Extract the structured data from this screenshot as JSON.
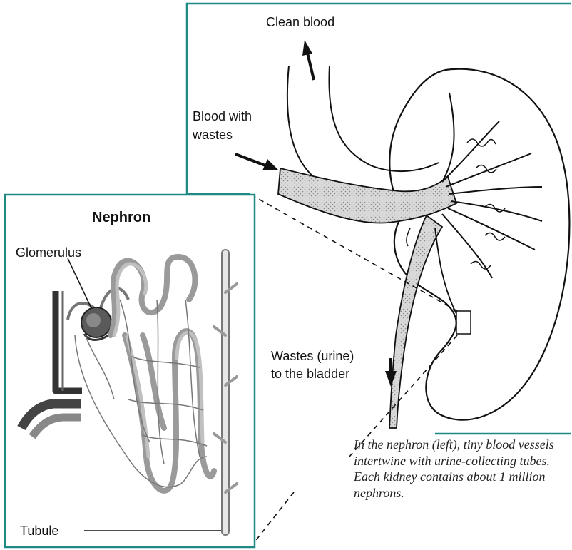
{
  "colors": {
    "frame": "#1f8a83",
    "ink": "#111111",
    "vessel_shade": "#c8c8c8",
    "glomerulus": "#555555",
    "tubule": "#e6e6e6"
  },
  "labels": {
    "clean_blood": "Clean blood",
    "blood_with_wastes_line1": "Blood with",
    "blood_with_wastes_line2": "wastes",
    "urine_line1": "Wastes (urine)",
    "urine_line2": "to the bladder",
    "nephron_title": "Nephron",
    "glomerulus": "Glomerulus",
    "tubule": "Tubule"
  },
  "caption": "In the nephron (left), tiny blood vessels intertwine with urine-collecting tubes. Each kidney contains about 1 million nephrons.",
  "icons": [
    "arrow-up-icon",
    "arrow-right-icon",
    "arrow-down-icon"
  ]
}
